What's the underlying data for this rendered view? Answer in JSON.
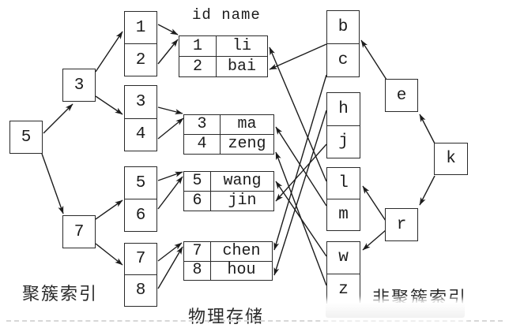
{
  "diagram": {
    "header_label": "id name",
    "captions": {
      "clustered": "聚簇索引",
      "physical": "物理存储",
      "nonclustered": "非聚簇索引"
    },
    "clustered_index": {
      "root": "5",
      "internal": [
        "3",
        "7"
      ],
      "leaf_pairs": [
        [
          "1",
          "2"
        ],
        [
          "3",
          "4"
        ],
        [
          "5",
          "6"
        ],
        [
          "7",
          "8"
        ]
      ]
    },
    "storage_tables": [
      {
        "rows": [
          {
            "id": "1",
            "name": "li"
          },
          {
            "id": "2",
            "name": "bai"
          }
        ]
      },
      {
        "rows": [
          {
            "id": "3",
            "name": "ma"
          },
          {
            "id": "4",
            "name": "zeng"
          }
        ]
      },
      {
        "rows": [
          {
            "id": "5",
            "name": "wang"
          },
          {
            "id": "6",
            "name": "jin"
          }
        ]
      },
      {
        "rows": [
          {
            "id": "7",
            "name": "chen"
          },
          {
            "id": "8",
            "name": "hou"
          }
        ]
      }
    ],
    "nonclustered_index": {
      "root": "k",
      "internal": [
        "e",
        "r"
      ],
      "leaf_pairs": [
        [
          "b",
          "c"
        ],
        [
          "h",
          "j"
        ],
        [
          "l",
          "m"
        ],
        [
          "w",
          "z"
        ]
      ]
    },
    "edges": {
      "clustered_tree": [
        "5→3",
        "5→7",
        "3→[1,2]",
        "3→[3,4]",
        "7→[5,6]",
        "7→[7,8]"
      ],
      "leaf_to_storage": [
        "1→row(1,li)",
        "2→row(2,bai)",
        "3→row(3,ma)",
        "4→row(4,zeng)",
        "5→row(5,wang)",
        "6→row(6,jin)",
        "7→row(7,chen)",
        "8→row(8,hou)"
      ],
      "nonclustered_tree": [
        "k→e",
        "k→r",
        "e→[b,c]",
        "r→[l,m]",
        "r→[w,z]"
      ],
      "nonclustered_to_storage": [
        "b→bai",
        "c→chen",
        "h→hou",
        "j→jin",
        "l→li",
        "m→ma",
        "w→wang",
        "z→zeng"
      ]
    },
    "colors": {
      "line": "#1c1c1c",
      "background": "#ffffff"
    }
  }
}
